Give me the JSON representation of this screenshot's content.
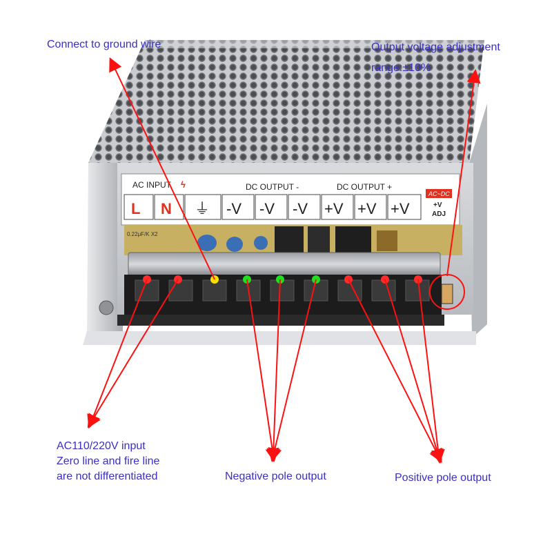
{
  "callouts": {
    "ground": "Connect to ground wire",
    "adjust_line1": "Output voltage adjustment",
    "adjust_line2": "range:±10%",
    "ac_line1": "AC110/220V input",
    "ac_line2": "Zero line and fire line",
    "ac_line3": "are not differentiated",
    "negative": "Negative pole output",
    "positive": "Positive pole output"
  },
  "panel": {
    "ac_input": "AC INPUT",
    "dc_output_neg": "DC OUTPUT -",
    "dc_output_pos": "DC OUTPUT +",
    "ac_dc": "AC~DC",
    "plus_v": "+V",
    "adj": "ADJ",
    "terminals": [
      "L",
      "N",
      "⏚",
      "-V",
      "-V",
      "-V",
      "+V",
      "+V",
      "+V"
    ],
    "pcb_text": "0.22μF/K X2"
  },
  "colors": {
    "callout_text": "#3a2fc2",
    "arrow": "#ff1010",
    "label_red": "#e03020",
    "led_green": "#22dd22",
    "led_red": "#ff2a2a",
    "led_yellow": "#ffe000"
  }
}
